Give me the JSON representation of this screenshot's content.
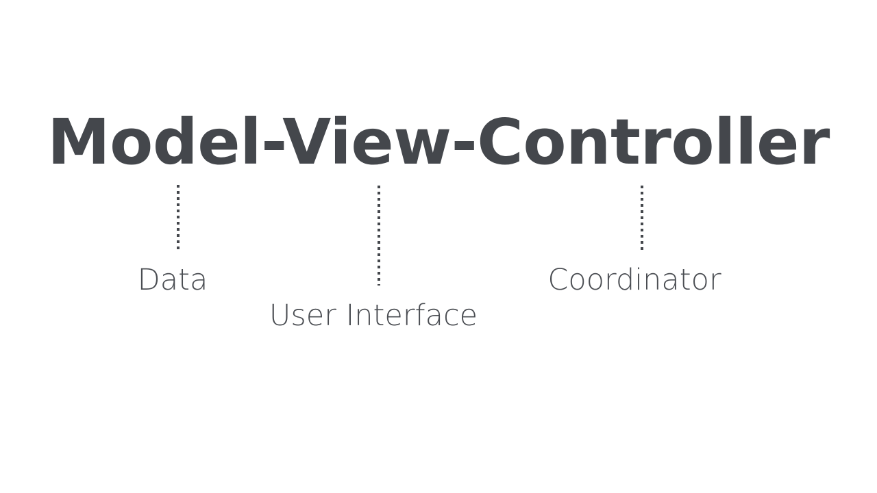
{
  "slide": {
    "background_color": "#ffffff",
    "title": {
      "text": "Model-View-Controller",
      "color": "#44474c"
    },
    "connectors": [
      {
        "name": "model-connector",
        "style": "dotted-vertical",
        "color": "#44474c"
      },
      {
        "name": "view-connector",
        "style": "dotted-vertical",
        "color": "#44474c"
      },
      {
        "name": "controller-connector",
        "style": "dotted-vertical",
        "color": "#44474c"
      }
    ],
    "labels": [
      {
        "key": "model",
        "text": "Data",
        "color": "#4a4d52"
      },
      {
        "key": "view",
        "text": "User Interface",
        "color": "#4a4d52"
      },
      {
        "key": "controller",
        "text": "Coordinator",
        "color": "#4a4d52"
      }
    ]
  }
}
